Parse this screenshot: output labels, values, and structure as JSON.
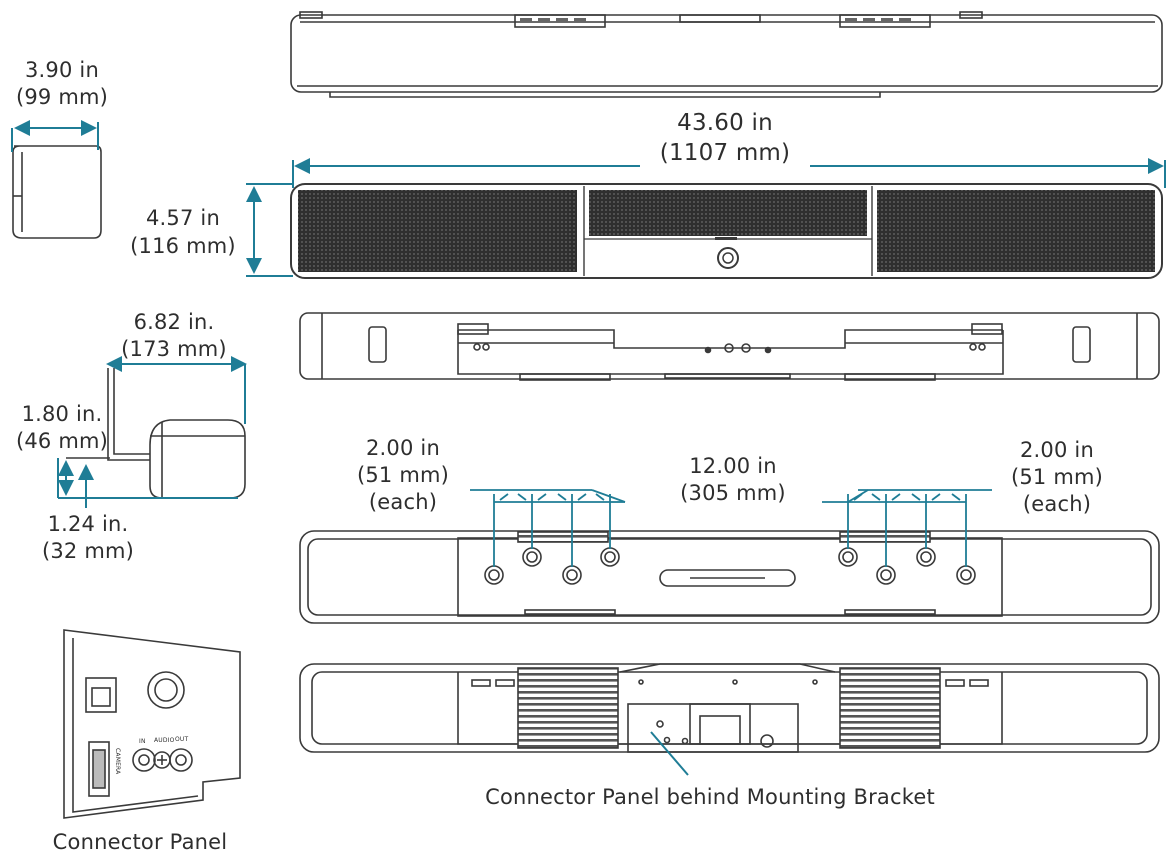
{
  "colors": {
    "dimension": "#1f7d96",
    "outline": "#3a3a3a",
    "grille": "#3b3b3b",
    "text": "#2e2e2e"
  },
  "dimensions": {
    "depth": {
      "line1": "3.90 in",
      "line2": "(99 mm)"
    },
    "width": {
      "line1": "43.60 in",
      "line2": "(1107 mm)"
    },
    "height": {
      "line1": "4.57 in",
      "line2": "(116 mm)"
    },
    "mount_depth": {
      "line1": "6.82 in.",
      "line2": "(173 mm)"
    },
    "mount_height": {
      "line1": "1.80 in.",
      "line2": "(46 mm)"
    },
    "mount_offset": {
      "line1": "1.24 in.",
      "line2": "(32 mm)"
    },
    "hole_left": {
      "line1": "2.00 in",
      "line2": "(51 mm)",
      "line3": "(each)"
    },
    "hole_center": {
      "line1": "12.00 in",
      "line2": "(305 mm)"
    },
    "hole_right": {
      "line1": "2.00 in",
      "line2": "(51 mm)",
      "line3": "(each)"
    }
  },
  "captions": {
    "connector_panel": "Connector Panel",
    "bracket_note": "Connector Panel behind Mounting Bracket"
  },
  "connector_panel_labels": {
    "camera": "CAMERA",
    "audio": "AUDIO",
    "in": "IN",
    "out": "OUT"
  }
}
